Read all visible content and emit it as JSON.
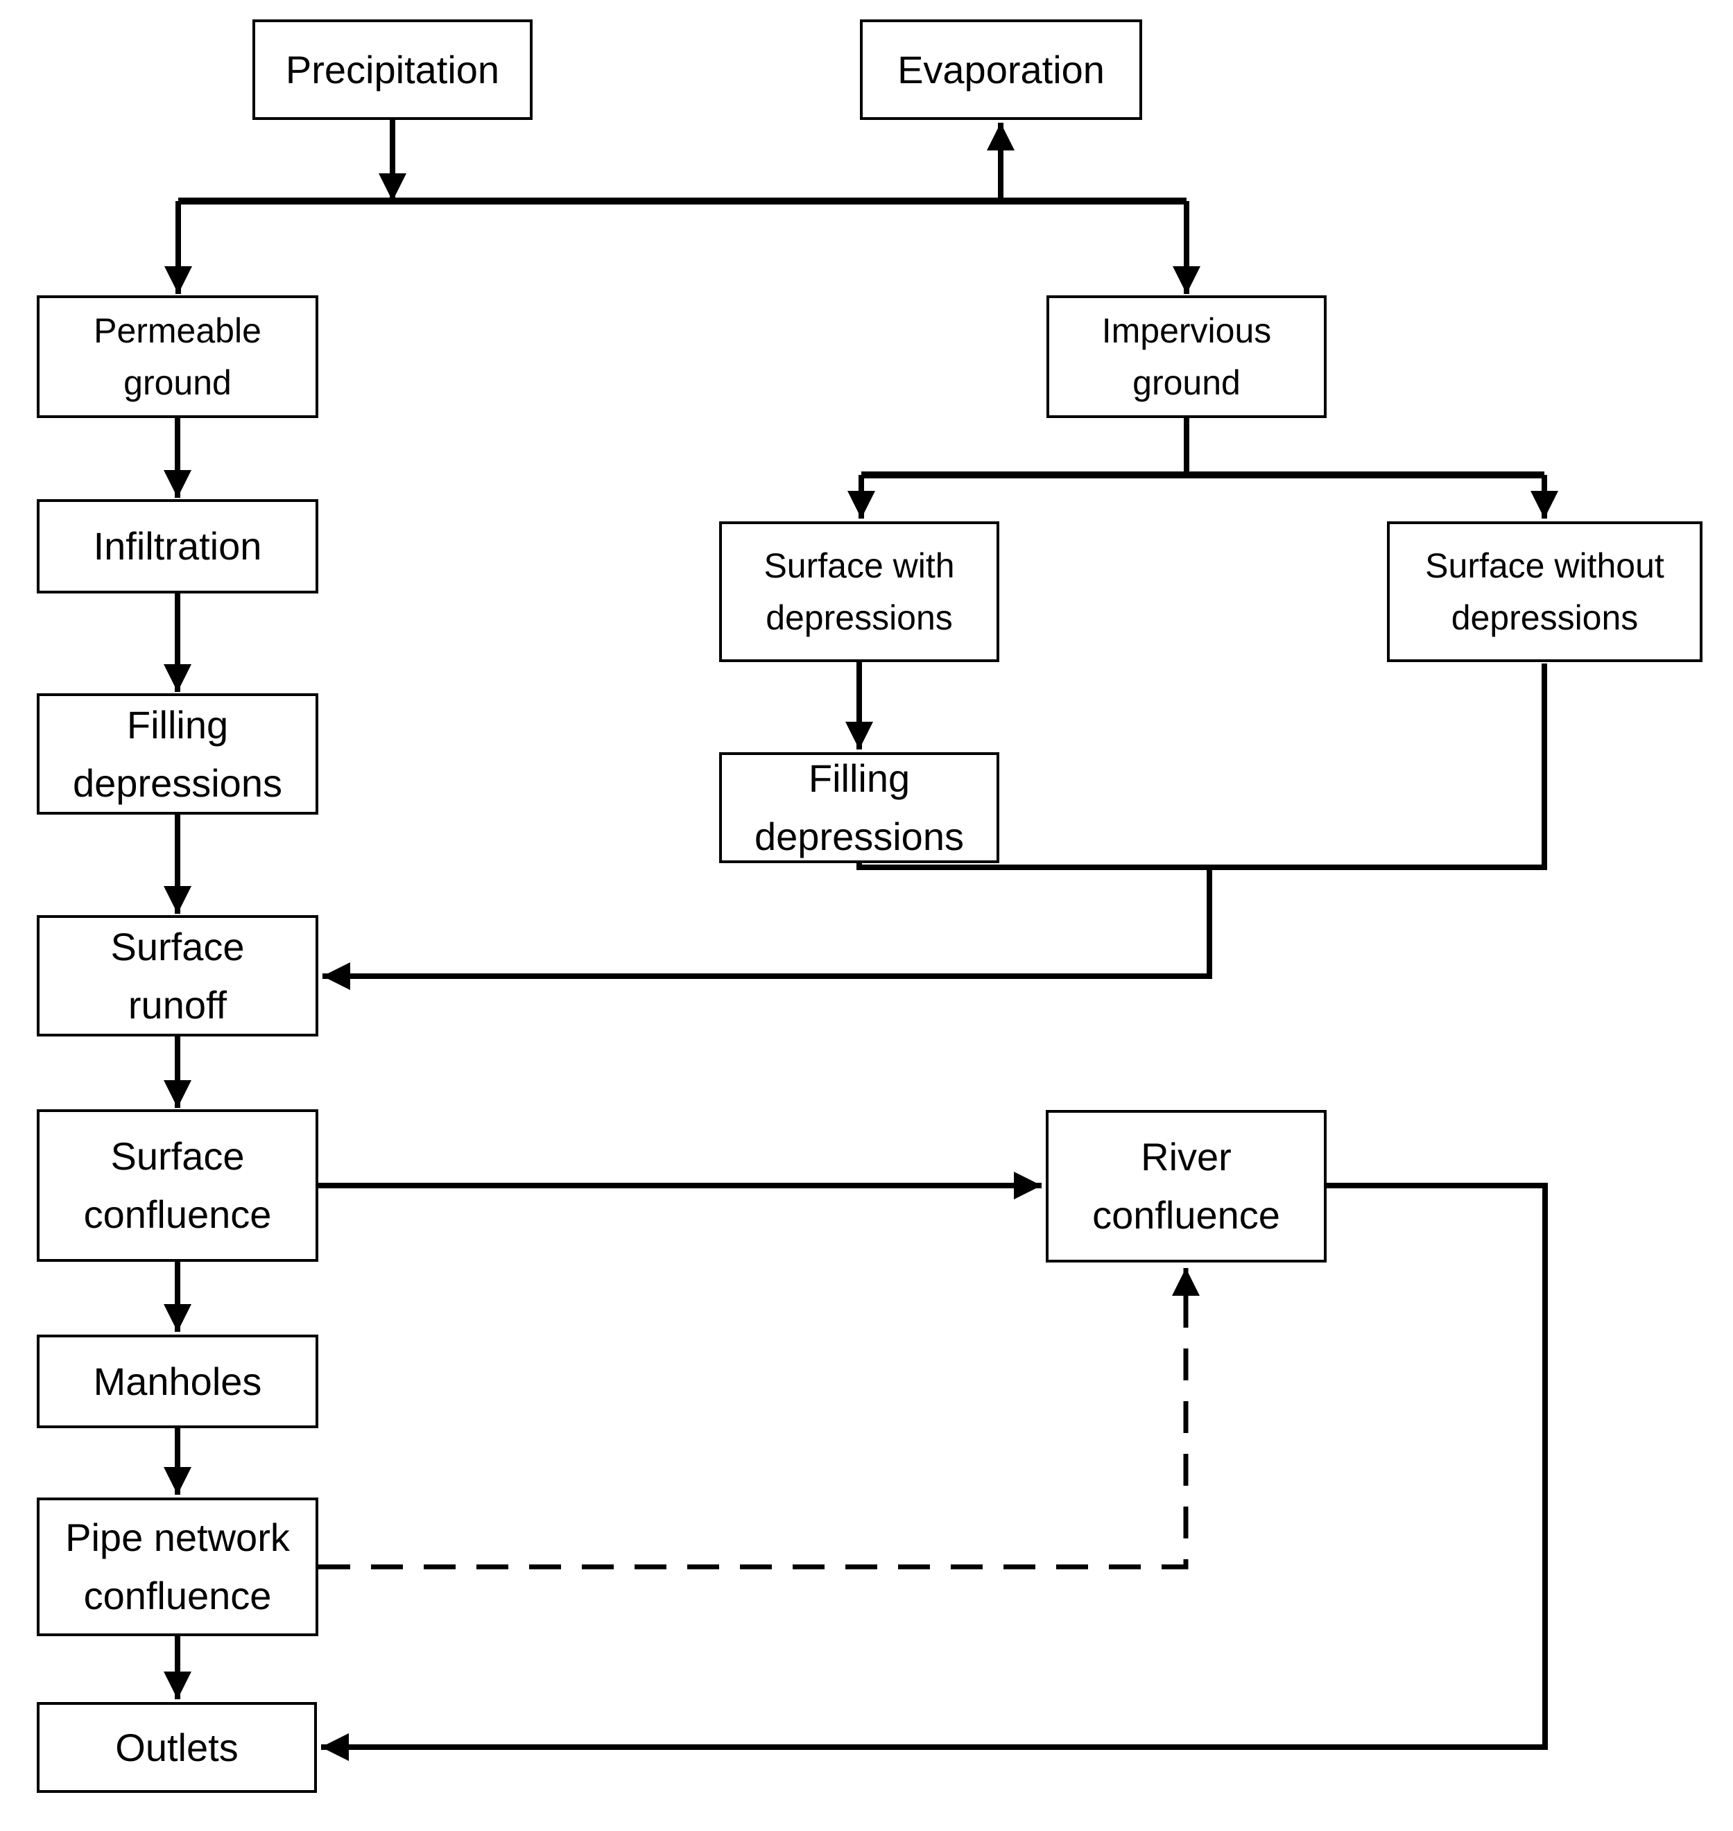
{
  "diagram": {
    "type": "flowchart",
    "background_color": "#ffffff",
    "stroke_color": "#000000",
    "text_color": "#000000",
    "nodes": {
      "precipitation": {
        "lines": [
          "Precipitation"
        ]
      },
      "evaporation": {
        "lines": [
          "Evaporation"
        ]
      },
      "permeable_ground": {
        "lines": [
          "Permeable",
          "ground"
        ]
      },
      "impervious_ground": {
        "lines": [
          "Impervious",
          "ground"
        ]
      },
      "infiltration": {
        "lines": [
          "Infiltration"
        ]
      },
      "surface_with_depressions": {
        "lines": [
          "Surface with",
          "depressions"
        ]
      },
      "surface_without_depressions": {
        "lines": [
          "Surface without",
          "depressions"
        ]
      },
      "filling_depressions_left": {
        "lines": [
          "Filling",
          "depressions"
        ]
      },
      "filling_depressions_mid": {
        "lines": [
          "Filling",
          "depressions"
        ]
      },
      "surface_runoff": {
        "lines": [
          "Surface",
          "runoff"
        ]
      },
      "surface_confluence": {
        "lines": [
          "Surface",
          "confluence"
        ]
      },
      "river_confluence": {
        "lines": [
          "River",
          "confluence"
        ]
      },
      "manholes": {
        "lines": [
          "Manholes"
        ]
      },
      "pipe_network_confluence": {
        "lines": [
          "Pipe network",
          "confluence"
        ]
      },
      "outlets": {
        "lines": [
          "Outlets"
        ]
      }
    },
    "edges": [
      {
        "from": "precipitation",
        "to": "ground-split-line",
        "style": "solid-arrow"
      },
      {
        "from": "ground-split-line",
        "to": "evaporation",
        "style": "solid-arrow"
      },
      {
        "from": "ground-split-line",
        "to": "permeable_ground",
        "style": "solid-arrow"
      },
      {
        "from": "ground-split-line",
        "to": "impervious_ground",
        "style": "solid-arrow"
      },
      {
        "from": "permeable_ground",
        "to": "infiltration",
        "style": "solid-arrow"
      },
      {
        "from": "infiltration",
        "to": "filling_depressions_left",
        "style": "solid-arrow"
      },
      {
        "from": "filling_depressions_left",
        "to": "surface_runoff",
        "style": "solid-arrow"
      },
      {
        "from": "impervious_ground",
        "to": "surface_with_depressions",
        "style": "solid-arrow"
      },
      {
        "from": "impervious_ground",
        "to": "surface_without_depressions",
        "style": "solid-arrow"
      },
      {
        "from": "surface_with_depressions",
        "to": "filling_depressions_mid",
        "style": "solid-arrow"
      },
      {
        "from": "filling_depressions_mid",
        "to": "surface_runoff",
        "style": "solid-arrow"
      },
      {
        "from": "surface_without_depressions",
        "to": "surface_runoff",
        "style": "solid-arrow"
      },
      {
        "from": "surface_runoff",
        "to": "surface_confluence",
        "style": "solid-arrow"
      },
      {
        "from": "surface_confluence",
        "to": "river_confluence",
        "style": "solid-arrow"
      },
      {
        "from": "surface_confluence",
        "to": "manholes",
        "style": "solid-arrow"
      },
      {
        "from": "manholes",
        "to": "pipe_network_confluence",
        "style": "solid-arrow"
      },
      {
        "from": "pipe_network_confluence",
        "to": "outlets",
        "style": "solid-arrow"
      },
      {
        "from": "pipe_network_confluence",
        "to": "river_confluence",
        "style": "dashed-arrow"
      },
      {
        "from": "river_confluence",
        "to": "outlets",
        "style": "solid-arrow"
      }
    ]
  }
}
